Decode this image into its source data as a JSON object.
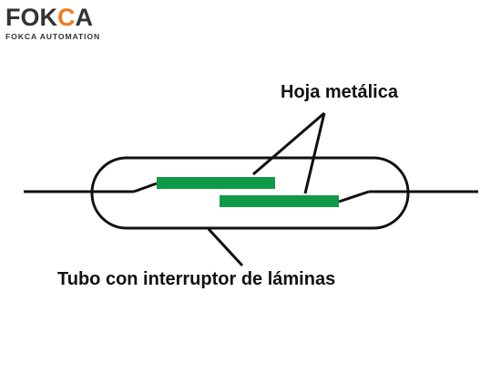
{
  "logo": {
    "part1": "FOK",
    "part2": "C",
    "part3": "A",
    "subtitle": "FOKCA AUTOMATION",
    "accent_color": "#f07d18",
    "text_color": "#333333"
  },
  "diagram": {
    "label_metal_sheet": "Hoja metálica",
    "label_tube": "Tubo con interruptor de láminas",
    "reed_color": "#109a48",
    "line_color": "#111111"
  }
}
